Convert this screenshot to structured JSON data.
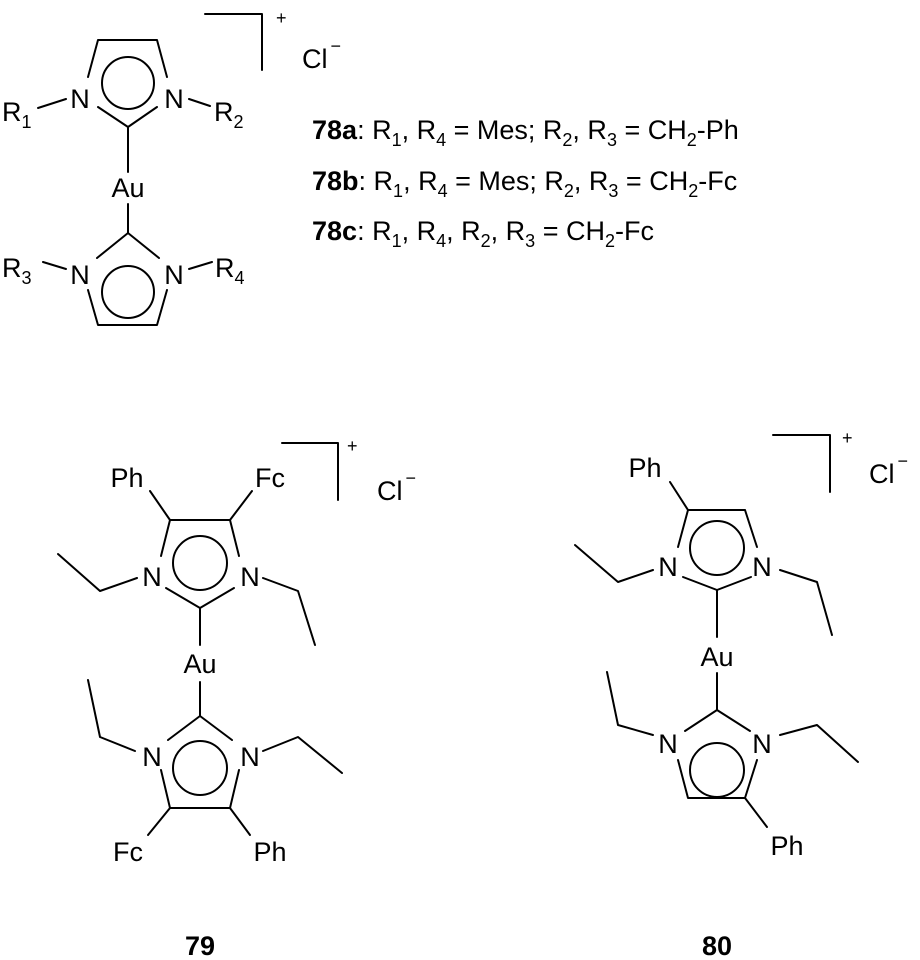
{
  "compound_78": {
    "atoms": {
      "n": "N",
      "metal": "Au"
    },
    "substituents": [
      {
        "base": "R",
        "sub": "1"
      },
      {
        "base": "R",
        "sub": "2"
      },
      {
        "base": "R",
        "sub": "3"
      },
      {
        "base": "R",
        "sub": "4"
      }
    ],
    "charge": "+",
    "counterion": {
      "symbol": "Cl",
      "charge": "−"
    },
    "legend": [
      {
        "parts": [
          {
            "t": "78a",
            "bold": true
          },
          {
            "t": ": R"
          },
          {
            "t": "1",
            "sub": true
          },
          {
            "t": ", R"
          },
          {
            "t": "4",
            "sub": true
          },
          {
            "t": " = Mes; R"
          },
          {
            "t": "2",
            "sub": true
          },
          {
            "t": ", R"
          },
          {
            "t": "3",
            "sub": true
          },
          {
            "t": " = CH"
          },
          {
            "t": "2",
            "sub": true
          },
          {
            "t": "-Ph"
          }
        ]
      },
      {
        "parts": [
          {
            "t": "78b",
            "bold": true
          },
          {
            "t": ": R"
          },
          {
            "t": "1",
            "sub": true
          },
          {
            "t": ", R"
          },
          {
            "t": "4",
            "sub": true
          },
          {
            "t": " = Mes; R"
          },
          {
            "t": "2",
            "sub": true
          },
          {
            "t": ", R"
          },
          {
            "t": "3",
            "sub": true
          },
          {
            "t": " = CH"
          },
          {
            "t": "2",
            "sub": true
          },
          {
            "t": "-Fc"
          }
        ]
      },
      {
        "parts": [
          {
            "t": "78c",
            "bold": true
          },
          {
            "t": ": R"
          },
          {
            "t": "1",
            "sub": true
          },
          {
            "t": ", R"
          },
          {
            "t": "4",
            "sub": true
          },
          {
            "t": ", R"
          },
          {
            "t": "2",
            "sub": true
          },
          {
            "t": ", R"
          },
          {
            "t": "3",
            "sub": true
          },
          {
            "t": " = CH"
          },
          {
            "t": "2",
            "sub": true
          },
          {
            "t": "-Fc"
          }
        ]
      }
    ]
  },
  "compound_79": {
    "label": "79",
    "atoms": {
      "n": "N",
      "metal": "Au"
    },
    "groups": {
      "ph": "Ph",
      "fc": "Fc"
    },
    "charge": "+",
    "counterion": {
      "symbol": "Cl",
      "charge": "−"
    }
  },
  "compound_80": {
    "label": "80",
    "atoms": {
      "n": "N",
      "metal": "Au"
    },
    "groups": {
      "ph": "Ph"
    },
    "charge": "+",
    "counterion": {
      "symbol": "Cl",
      "charge": "−"
    }
  }
}
